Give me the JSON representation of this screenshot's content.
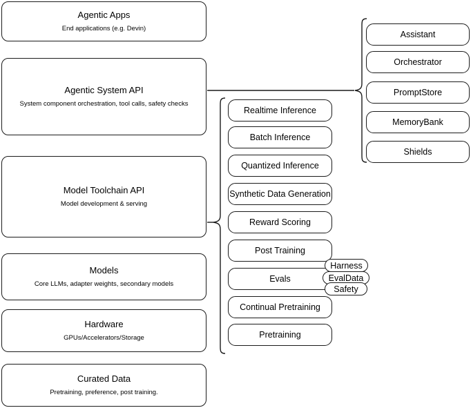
{
  "diagram": {
    "title_visible": false,
    "stroke_color": "#1a1a1a",
    "background_color": "#ffffff",
    "left_stack": [
      {
        "title": "Agentic Apps",
        "subtitle": "End applications (e.g. Devin)"
      },
      {
        "title": "Agentic System API",
        "subtitle": "System component orchestration, tool calls, safety checks"
      },
      {
        "title": "Model Toolchain API",
        "subtitle": "Model development & serving"
      },
      {
        "title": "Models",
        "subtitle": "Core LLMs, adapter weights, secondary models"
      },
      {
        "title": "Hardware",
        "subtitle": "GPUs/Accelerators/Storage"
      },
      {
        "title": "Curated Data",
        "subtitle": "Pretraining, preference, post training."
      }
    ],
    "middle_stack": [
      {
        "label": "Realtime Inference"
      },
      {
        "label": "Batch Inference"
      },
      {
        "label": "Quantized Inference"
      },
      {
        "label": "Synthetic Data Generation"
      },
      {
        "label": "Reward Scoring"
      },
      {
        "label": "Post Training"
      },
      {
        "label": "Evals"
      },
      {
        "label": "Continual Pretraining"
      },
      {
        "label": "Pretraining"
      }
    ],
    "eval_tags": [
      {
        "label": "Harness"
      },
      {
        "label": "EvalData"
      },
      {
        "label": "Safety"
      }
    ],
    "right_stack": [
      {
        "label": "Assistant"
      },
      {
        "label": "Orchestrator"
      },
      {
        "label": "PromptStore"
      },
      {
        "label": "MemoryBank"
      },
      {
        "label": "Shields"
      }
    ]
  }
}
